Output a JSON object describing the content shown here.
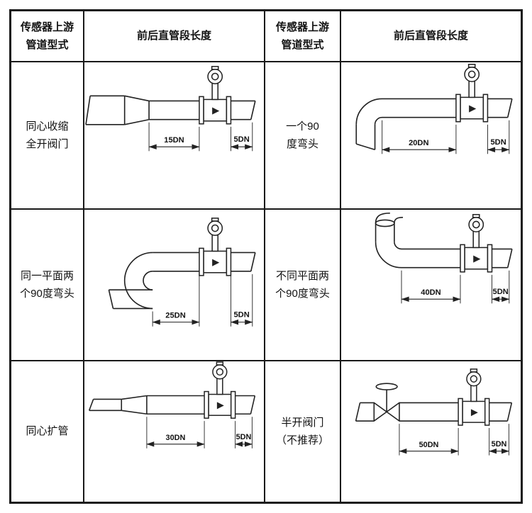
{
  "table": {
    "headers": [
      {
        "text": "传感器上游\n管道型式"
      },
      {
        "text": "前后直管段长度"
      },
      {
        "text": "传感器上游\n管道型式"
      },
      {
        "text": "前后直管段长度"
      }
    ],
    "rows": [
      {
        "left": {
          "type": "concentric-reducer-fully-open-valve",
          "label": "同心收缩\n全开阀门",
          "dim1": "15DN",
          "dim2": "5DN"
        },
        "right": {
          "type": "single-90-degree-elbow",
          "label": "一个90\n度弯头",
          "dim1": "20DN",
          "dim2": "5DN"
        }
      },
      {
        "left": {
          "type": "two-90-degree-elbows-same-plane",
          "label": "同一平面两\n个90度弯头",
          "dim1": "25DN",
          "dim2": "5DN"
        },
        "right": {
          "type": "two-90-degree-elbows-different-planes",
          "label": "不同平面两\n个90度弯头",
          "dim1": "40DN",
          "dim2": "5DN"
        }
      },
      {
        "left": {
          "type": "concentric-expander",
          "label": "同心扩管",
          "dim1": "30DN",
          "dim2": "5DN"
        },
        "right": {
          "type": "half-open-valve-not-recommended",
          "label": "半开阀门\n（不推荐）",
          "dim1": "50DN",
          "dim2": "5DN"
        }
      }
    ]
  },
  "colors": {
    "line": "#222222",
    "border": "#1a1a1a",
    "background": "#ffffff"
  }
}
